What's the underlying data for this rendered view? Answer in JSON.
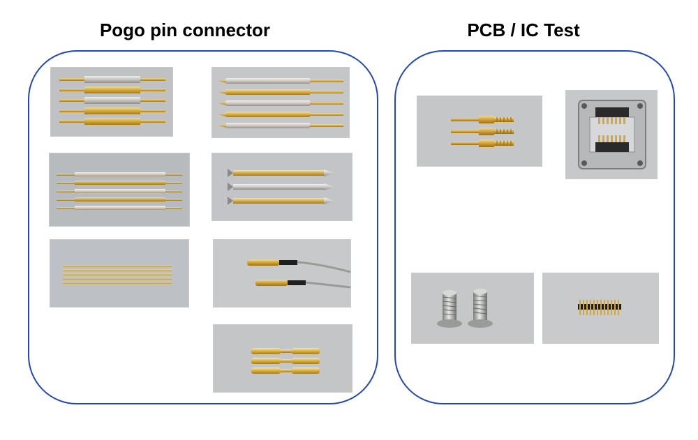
{
  "headings": {
    "left": "Pogo pin connector",
    "right": "PCB / IC Test"
  },
  "colors": {
    "panel_border": "#2248b8",
    "gold": "#d4a93a",
    "silver": "#c6c4c0",
    "photo_bg": "#c8cacc"
  },
  "left_panel": {
    "photos": [
      {
        "id": "long-pins-5",
        "subject": "gold-silver-pogo-pins"
      },
      {
        "id": "long-pins-5-b",
        "subject": "gold-silver-pogo-pins"
      },
      {
        "id": "long-pins-5-c",
        "subject": "thin-pogo-pins"
      },
      {
        "id": "crown-pins-3",
        "subject": "crown-tip-pogo-pins"
      },
      {
        "id": "needle-pins-5",
        "subject": "thin-needle-pins"
      },
      {
        "id": "cable-probes-2",
        "subject": "cable-pogo-probes"
      },
      {
        "id": "gold-pins-3",
        "subject": "short-gold-pogo-pins"
      }
    ]
  },
  "right_panel": {
    "photos": [
      {
        "id": "threaded-pins-3",
        "subject": "threaded-gold-pins"
      },
      {
        "id": "ic-socket",
        "subject": "ic-test-socket"
      },
      {
        "id": "screws-2",
        "subject": "stainless-screws"
      },
      {
        "id": "pin-header",
        "subject": "gold-pin-header"
      }
    ]
  }
}
